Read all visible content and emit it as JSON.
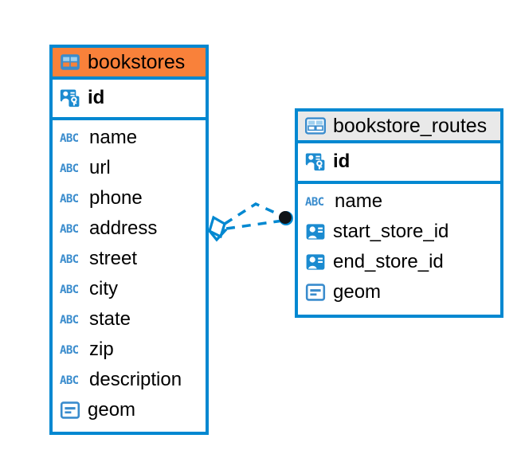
{
  "diagram": {
    "type": "entity-relationship-diagram",
    "background_color": "#ffffff",
    "accent_color": "#0288d1",
    "highlight_color": "#f9813a",
    "header_gray": "#e9e9e9",
    "icon_names": {
      "table": "table-icon",
      "primary_key": "primary-key-icon",
      "foreign_key": "foreign-key-icon",
      "text": "abc-text-icon",
      "geometry": "geometry-icon"
    }
  },
  "entities": [
    {
      "id": "bookstores",
      "name": "bookstores",
      "header_style": "accent-orange",
      "primary_key": {
        "name": "id",
        "icon": "primary-key-icon"
      },
      "fields": [
        {
          "name": "name",
          "icon": "abc-text-icon"
        },
        {
          "name": "url",
          "icon": "abc-text-icon"
        },
        {
          "name": "phone",
          "icon": "abc-text-icon"
        },
        {
          "name": "address",
          "icon": "abc-text-icon"
        },
        {
          "name": "street",
          "icon": "abc-text-icon"
        },
        {
          "name": "city",
          "icon": "abc-text-icon"
        },
        {
          "name": "state",
          "icon": "abc-text-icon"
        },
        {
          "name": "zip",
          "icon": "abc-text-icon"
        },
        {
          "name": "description",
          "icon": "abc-text-icon"
        },
        {
          "name": "geom",
          "icon": "geometry-icon"
        }
      ]
    },
    {
      "id": "bookstore_routes",
      "name": "bookstore_routes",
      "header_style": "accent-gray",
      "primary_key": {
        "name": "id",
        "icon": "primary-key-icon"
      },
      "fields": [
        {
          "name": "name",
          "icon": "abc-text-icon"
        },
        {
          "name": "start_store_id",
          "icon": "foreign-key-icon"
        },
        {
          "name": "end_store_id",
          "icon": "foreign-key-icon"
        },
        {
          "name": "geom",
          "icon": "geometry-icon"
        }
      ]
    }
  ],
  "relationship": {
    "from": "bookstores",
    "to": "bookstore_routes",
    "line_style": "dashed",
    "source_marker": "diamond",
    "target_marker": "filled-circle",
    "color": "#0288d1"
  }
}
